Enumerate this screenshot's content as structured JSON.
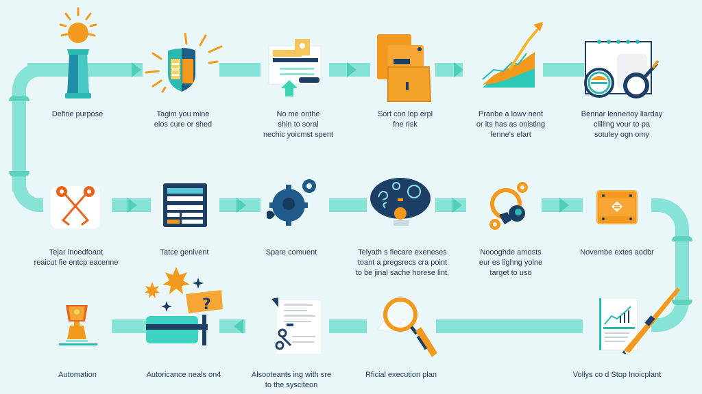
{
  "colors": {
    "background": "#eaf7f9",
    "pipe": "#86e3d6",
    "arrow": "#4fcfb8",
    "orange": "#f39a1e",
    "navy": "#1d3f66",
    "teal": "#2bb8b0"
  },
  "rows": [
    {
      "direction": "left-to-right",
      "steps": [
        {
          "icon": "lighthouse-icon",
          "label": "Define purpose"
        },
        {
          "icon": "shield-icon",
          "label": "Tagim you mine\nelos cure or shed"
        },
        {
          "icon": "browser-upload-icon",
          "label": "No me onthe\nshin to soral\nnechic yoicmst spent"
        },
        {
          "icon": "folders-icon",
          "label": "Sort con lop erpl\nfne risk"
        },
        {
          "icon": "growth-chart-icon",
          "label": "Pranbe a lowv nent\nor its has as onisting\nfenne's elart"
        },
        {
          "icon": "calendar-magnifier-icon",
          "label": "Bennar lennerioy liarday\nclilling vour to pa\nsotuley ogn omy"
        }
      ]
    },
    {
      "direction": "left-to-right",
      "steps": [
        {
          "icon": "crossed-tools-icon",
          "label": "Tejar lnoedfoant\nreaicut fie entcp eacenne"
        },
        {
          "icon": "form-window-icon",
          "label": "Tatce genivent"
        },
        {
          "icon": "gears-icon",
          "label": "Spare comuent"
        },
        {
          "icon": "brain-map-icon",
          "label": "Telyath s fiecare exeneses\ntoant a pregsrecs cra point\nto be jinal sache horese lint."
        },
        {
          "icon": "cog-cluster-icon",
          "label": "Noooghde amosts\neur es lighng yolne\ntarget to uso"
        },
        {
          "icon": "panel-icon",
          "label": "Novembe extes aodbr"
        }
      ]
    },
    {
      "direction": "right-to-left",
      "steps": [
        {
          "icon": "trophy-icon",
          "label": "Automation"
        },
        {
          "icon": "question-sign-icon",
          "label": "Autoricance neals on4"
        },
        {
          "icon": "document-network-icon",
          "label": "Alsooteants ing with sre\nto the sysciteon"
        },
        {
          "icon": "magnifier-icon",
          "label": "Rficial execution plan"
        },
        {
          "icon": "report-pen-icon",
          "label": "Vollys co d Stop Inoicplant"
        }
      ]
    }
  ]
}
